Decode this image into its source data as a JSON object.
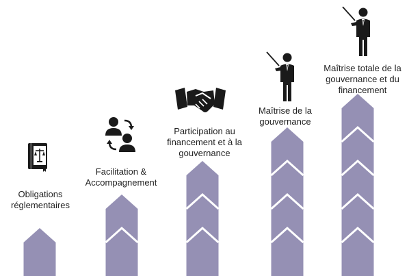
{
  "diagram": {
    "bar_color": "#9590b4",
    "chevron_line_color": "#ffffff",
    "icon_color": "#1a1a1a",
    "steps": [
      {
        "label": "Obligations réglementaires",
        "icon": "law-book-icon",
        "level": 1
      },
      {
        "label": "Facilitation & Accompagnement",
        "icon": "people-exchange-icon",
        "level": 2
      },
      {
        "label": "Participation au financement et à la gouvernance",
        "icon": "handshake-icon",
        "level": 3
      },
      {
        "label": "Maîtrise de la gouvernance",
        "icon": "presenter-icon",
        "level": 4
      },
      {
        "label": "Maîtrise totale de la gouvernance et du financement",
        "icon": "presenter-icon",
        "level": 5
      }
    ]
  }
}
